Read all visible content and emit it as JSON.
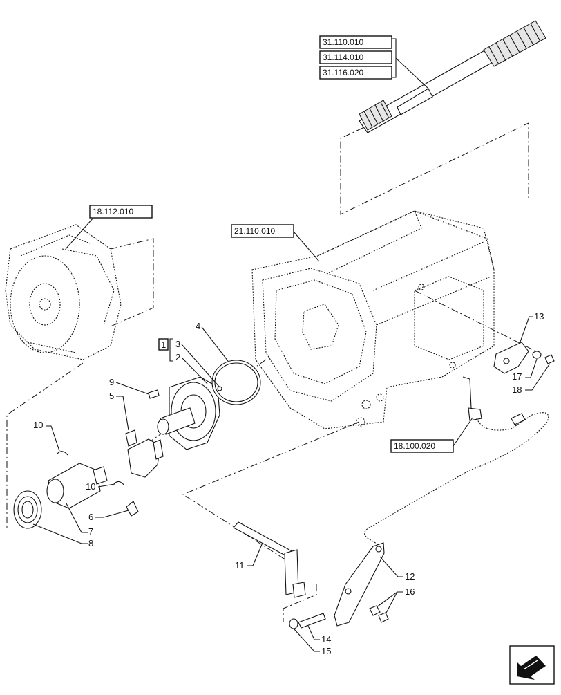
{
  "references": {
    "shaft_refs": [
      "31.110.010",
      "31.114.010",
      "31.116.020"
    ],
    "clutch_ref": "18.112.010",
    "housing_ref": "21.110.010",
    "sensor_ref": "18.100.020"
  },
  "callouts": {
    "c1": "1",
    "c2": "2",
    "c3": "3",
    "c4": "4",
    "c5": "5",
    "c6": "6",
    "c7": "7",
    "c8": "8",
    "c9": "9",
    "c10a": "10",
    "c10b": "10",
    "c11": "11",
    "c12": "12",
    "c13": "13",
    "c14": "14",
    "c15": "15",
    "c16": "16",
    "c17": "17",
    "c18": "18"
  },
  "icons": {
    "nav": "arrow-return-icon"
  }
}
